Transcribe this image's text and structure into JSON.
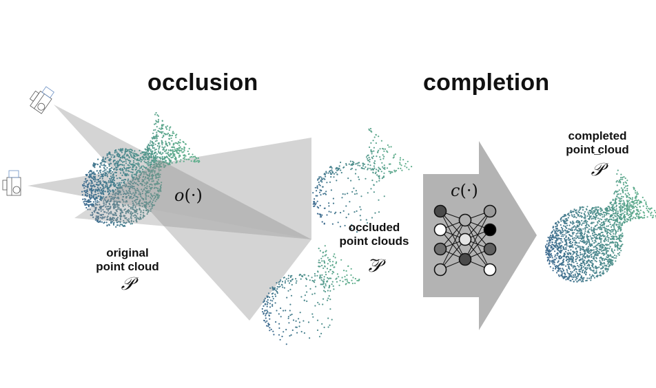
{
  "headings": {
    "occlusion": "occlusion",
    "completion": "completion"
  },
  "labels": {
    "original_line1": "original",
    "original_line2": "point cloud",
    "original_symbol": "𝒫",
    "occluded_line1": "occluded",
    "occluded_line2": "point clouds",
    "occluded_symbol": "𝒫",
    "occluded_accent": "~",
    "completed_line1": "completed",
    "completed_line2": "point cloud",
    "completed_symbol": "𝒫",
    "completed_accent": "‾"
  },
  "operators": {
    "occlusion_func": "o",
    "completion_func": "c",
    "arg": "(·)"
  },
  "icons": [
    "camera-icon-top",
    "camera-icon-left",
    "neural-network-icon",
    "arrow-right-icon"
  ],
  "network": {
    "layers": [
      [
        "#4a4a4a",
        "#ffffff",
        "#707070",
        "#b8b8b8"
      ],
      [
        "#b0b0b0",
        "#e4e4e4",
        "#4a4a4a"
      ],
      [
        "#9a9a9a",
        "#000000",
        "#606060",
        "#ffffff"
      ]
    ]
  },
  "colors": {
    "wedge": "#cccccc",
    "wedge_overlap": "#a8a8a8",
    "arrow": "#b3b3b3",
    "cloud_dark": "#3d6a8f",
    "cloud_light": "#5fae8c"
  }
}
